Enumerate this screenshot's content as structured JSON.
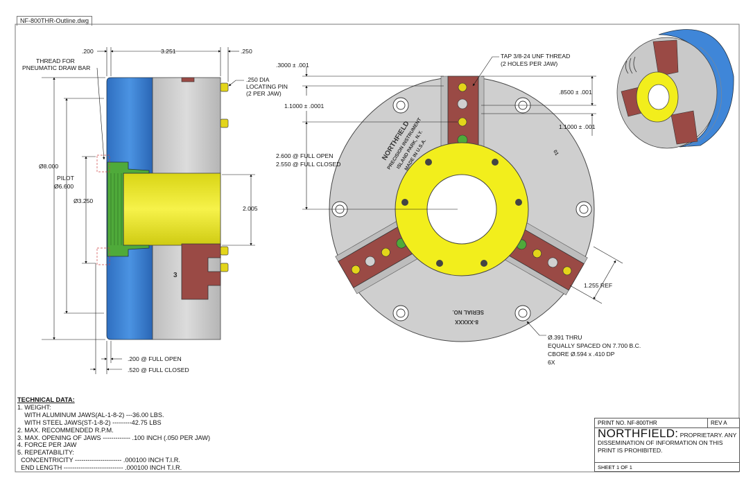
{
  "file_tab": "NF-800THR-Outline.dwg",
  "side_view": {
    "dim_200_top": ".200",
    "dim_3251": "3.251",
    "dim_250_top": ".250",
    "thread_label_1": "THREAD FOR",
    "thread_label_2": "PNEUMATIC DRAW BAR",
    "pin_label_1": ".250 DIA",
    "pin_label_2": "LOCATING PIN",
    "pin_label_3": "(2 PER JAW)",
    "dia_8000": "Ø8.000",
    "pilot_1": "PILOT",
    "pilot_2": "Ø6.600",
    "dia_3250": "Ø3.250",
    "dim_2005": "2.005",
    "jaw_number": "3",
    "open_label": ".200 @ FULL OPEN",
    "closed_label": ".520 @ FULL CLOSED"
  },
  "front_view": {
    "dim_3000": ".3000 ± .001",
    "tap_label_1": "TAP 3/8-24 UNF THREAD",
    "tap_label_2": "(2 HOLES PER JAW)",
    "dim_8500": ".8500 ± .001",
    "dim_11000_left": "1.1000 ± .0001",
    "dim_11000_right": "1.1000 ± .001",
    "open_dim": "2.600 @ FULL OPEN",
    "closed_dim": "2.550 @ FULL CLOSED",
    "ref_dim": "1.255 REF",
    "engrave_1": "NORTHFIELD",
    "engrave_2": "PRECISION INSTRUMENT",
    "engrave_3": "ISLAND PARK, N.Y.",
    "engrave_4": "MADE IN U.S.A.",
    "serial_1": "SERIAL NO.",
    "serial_2": "8-XXXXX",
    "jaw_mark": "01",
    "hole_note_1": "Ø.391 THRU",
    "hole_note_2": "EQUALLY SPACED ON 7.700 B.C.",
    "hole_note_3": "CBORE Ø.594 x .410 DP",
    "hole_note_4": "6X"
  },
  "technical_data": {
    "title": "TECHNICAL DATA:",
    "lines": [
      "1. WEIGHT:",
      "    WITH ALUMINUM JAWS(AL-1-8-2) ---36.00 LBS.",
      "    WITH STEEL JAWS(ST-1-8-2) ---------42.75 LBS",
      "2. MAX. RECOMMENDED R.P.M.",
      "3. MAX. OPENING OF JAWS ------------- .100 INCH (.050 PER JAW)",
      "4. FORCE PER JAW",
      "5. REPEATABILITY:",
      "  CONCENTRICITY ---------------------- .000100 INCH T.I.R.",
      "  END LENGTH ---------------------------- .000100 INCH T.I.R."
    ]
  },
  "title_block": {
    "print_no_label": "PRINT NO.",
    "print_no": "NF-800THR",
    "rev_label": "REV",
    "rev": "A",
    "brand": "NORTHFIELD:",
    "notice_1": "PROPRIETARY. ANY",
    "notice_2": "DISSEMINATION OF INFORMATION ON THIS",
    "notice_3": "PRINT IS PROHIBITED.",
    "sheet": "SHEET 1 OF 1"
  },
  "colors": {
    "body_blue": "#3f86d8",
    "housing_gray": "#c9c9c9",
    "face_yellow": "#f2ee1c",
    "jaw_red": "#9a4a45",
    "pilot_green": "#4faa3a",
    "pin_yellow": "#e3d51a"
  }
}
